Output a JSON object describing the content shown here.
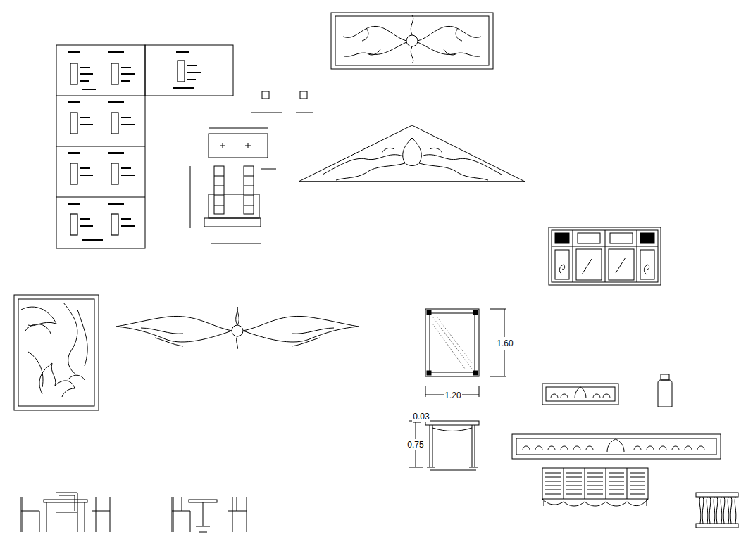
{
  "diagram": {
    "labels": [
      "1.60",
      "1.20",
      "0.03",
      "0.75"
    ]
  }
}
